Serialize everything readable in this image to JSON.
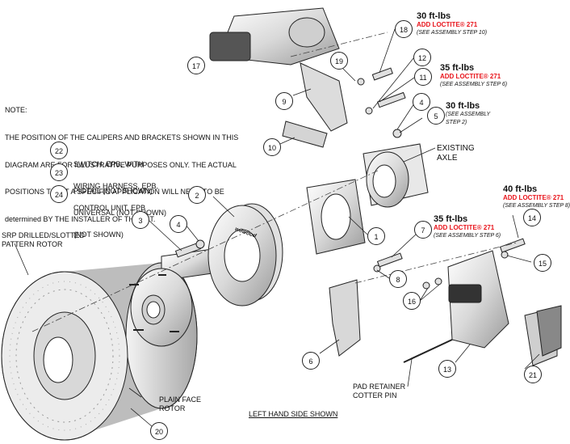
{
  "note": {
    "title": "NOTE:",
    "lines": [
      "THE POSITION OF THE CALIPERS AND BRACKETS SHOWN IN THIS",
      "DIAGRAM ARE FOR ILLUSTRATIVE PURPOSES ONLY. THE ACTUAL",
      "POSITIONS TO FIT A SPECIFIC APPLICATION WILL NEED TO BE",
      "determined BY THE INSTALLER OF THIS KIT."
    ]
  },
  "legend": [
    {
      "num": "22",
      "line1": "SWITCH, EPB, WITH",
      "line2": "PIGTAIL (NOT SHOWN)"
    },
    {
      "num": "23",
      "line1": "WIRING HARNESS, EPB,",
      "line2": "UNIVERSAL (NOT SHOWN)"
    },
    {
      "num": "24",
      "line1": "CONTROL UNIT, EPB",
      "line2": "(NOT SHOWN)"
    }
  ],
  "torques": [
    {
      "id": "t18",
      "value": "30 ft-lbs",
      "loctite": "ADD LOCTITE® 271",
      "step": "(SEE ASSEMBLY STEP 10)"
    },
    {
      "id": "t11",
      "value": "35 ft-lbs",
      "loctite": "ADD LOCTITE® 271",
      "step": "(SEE ASSEMBLY STEP 6)"
    },
    {
      "id": "t5",
      "value": "30 ft-lbs",
      "loctite": "",
      "step": "(SEE ASSEMBLY\nSTEP 2)"
    },
    {
      "id": "t14",
      "value": "40 ft-lbs",
      "loctite": "ADD LOCTITE® 271",
      "step": "(SEE ASSEMBLY STEP 8)"
    },
    {
      "id": "t7",
      "value": "35 ft-lbs",
      "loctite": "ADD LOCTITE® 271",
      "step": "(SEE ASSEMBLY STEP 6)"
    }
  ],
  "labels": {
    "existing_axle": "EXISTING\nAXLE",
    "rotor": "SRP DRILLED/SLOTTED\nPATTERN ROTOR",
    "plain_face": "PLAIN FACE\nROTOR",
    "pad_retainer": "PAD RETAINER\nCOTTER PIN",
    "left_hand": "LEFT HAND SIDE SHOWN",
    "rotor_brand": "wilwood",
    "caliper_brand": "wilwood"
  },
  "callouts": [
    "1",
    "2",
    "3",
    "4",
    "4",
    "5",
    "6",
    "7",
    "8",
    "9",
    "10",
    "11",
    "12",
    "13",
    "14",
    "15",
    "16",
    "17",
    "18",
    "19",
    "20",
    "21"
  ],
  "colors": {
    "line": "#222222",
    "accent": "#e8141b",
    "fill": "#f2f2f2",
    "shade": "#bdbdbd"
  }
}
